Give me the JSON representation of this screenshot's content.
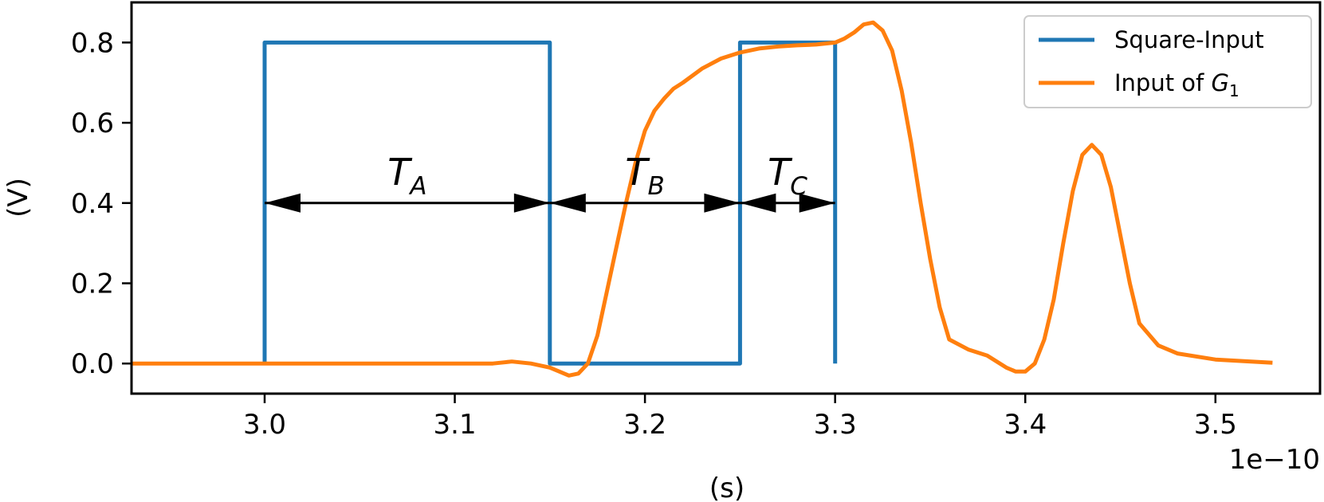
{
  "chart_data": {
    "type": "line",
    "xlabel": "(s)",
    "ylabel": "(V)",
    "x_offset_label": "1e−10",
    "xlim": [
      2.93,
      3.555
    ],
    "ylim": [
      -0.075,
      0.9
    ],
    "xticks": [
      "3.0",
      "3.1",
      "3.2",
      "3.3",
      "3.4",
      "3.5"
    ],
    "yticks": [
      "0.0",
      "0.2",
      "0.4",
      "0.6",
      "0.8"
    ],
    "grid": false,
    "legend_position": "top-right",
    "series": [
      {
        "name": "Square-Input",
        "color": "#1f77b4",
        "x": [
          3.0,
          3.0,
          3.15,
          3.15,
          3.25,
          3.25,
          3.3,
          3.3
        ],
        "y": [
          0.0,
          0.8,
          0.8,
          0.0,
          0.0,
          0.8,
          0.8,
          0.0
        ]
      },
      {
        "name_main": "Input of ",
        "name_var": "G",
        "name_sub": "1",
        "color": "#ff7f0e",
        "x": [
          2.93,
          3.0,
          3.05,
          3.1,
          3.12,
          3.13,
          3.14,
          3.15,
          3.155,
          3.16,
          3.165,
          3.17,
          3.175,
          3.18,
          3.185,
          3.19,
          3.195,
          3.2,
          3.205,
          3.21,
          3.215,
          3.22,
          3.23,
          3.24,
          3.25,
          3.26,
          3.27,
          3.28,
          3.29,
          3.3,
          3.305,
          3.31,
          3.315,
          3.32,
          3.325,
          3.33,
          3.335,
          3.34,
          3.345,
          3.35,
          3.355,
          3.36,
          3.37,
          3.38,
          3.39,
          3.395,
          3.4,
          3.405,
          3.41,
          3.415,
          3.42,
          3.425,
          3.43,
          3.435,
          3.44,
          3.445,
          3.45,
          3.455,
          3.46,
          3.47,
          3.48,
          3.5,
          3.53
        ],
        "y": [
          0.0,
          0.0,
          0.0,
          0.0,
          0.0,
          0.005,
          0.0,
          -0.01,
          -0.02,
          -0.03,
          -0.025,
          0.0,
          0.07,
          0.18,
          0.29,
          0.4,
          0.5,
          0.58,
          0.63,
          0.66,
          0.685,
          0.7,
          0.735,
          0.76,
          0.775,
          0.785,
          0.79,
          0.793,
          0.795,
          0.8,
          0.81,
          0.825,
          0.845,
          0.85,
          0.83,
          0.78,
          0.68,
          0.55,
          0.4,
          0.26,
          0.14,
          0.06,
          0.035,
          0.02,
          -0.01,
          -0.02,
          -0.02,
          0.0,
          0.06,
          0.16,
          0.3,
          0.43,
          0.52,
          0.545,
          0.52,
          0.44,
          0.32,
          0.2,
          0.1,
          0.045,
          0.025,
          0.01,
          0.002
        ]
      }
    ],
    "annotations": [
      {
        "var": "T",
        "sub": "A",
        "x_start": 3.0,
        "x_end": 3.15,
        "y": 0.4
      },
      {
        "var": "T",
        "sub": "B",
        "x_start": 3.15,
        "x_end": 3.25,
        "y": 0.4
      },
      {
        "var": "T",
        "sub": "C",
        "x_start": 3.25,
        "x_end": 3.3,
        "y": 0.4
      }
    ]
  }
}
